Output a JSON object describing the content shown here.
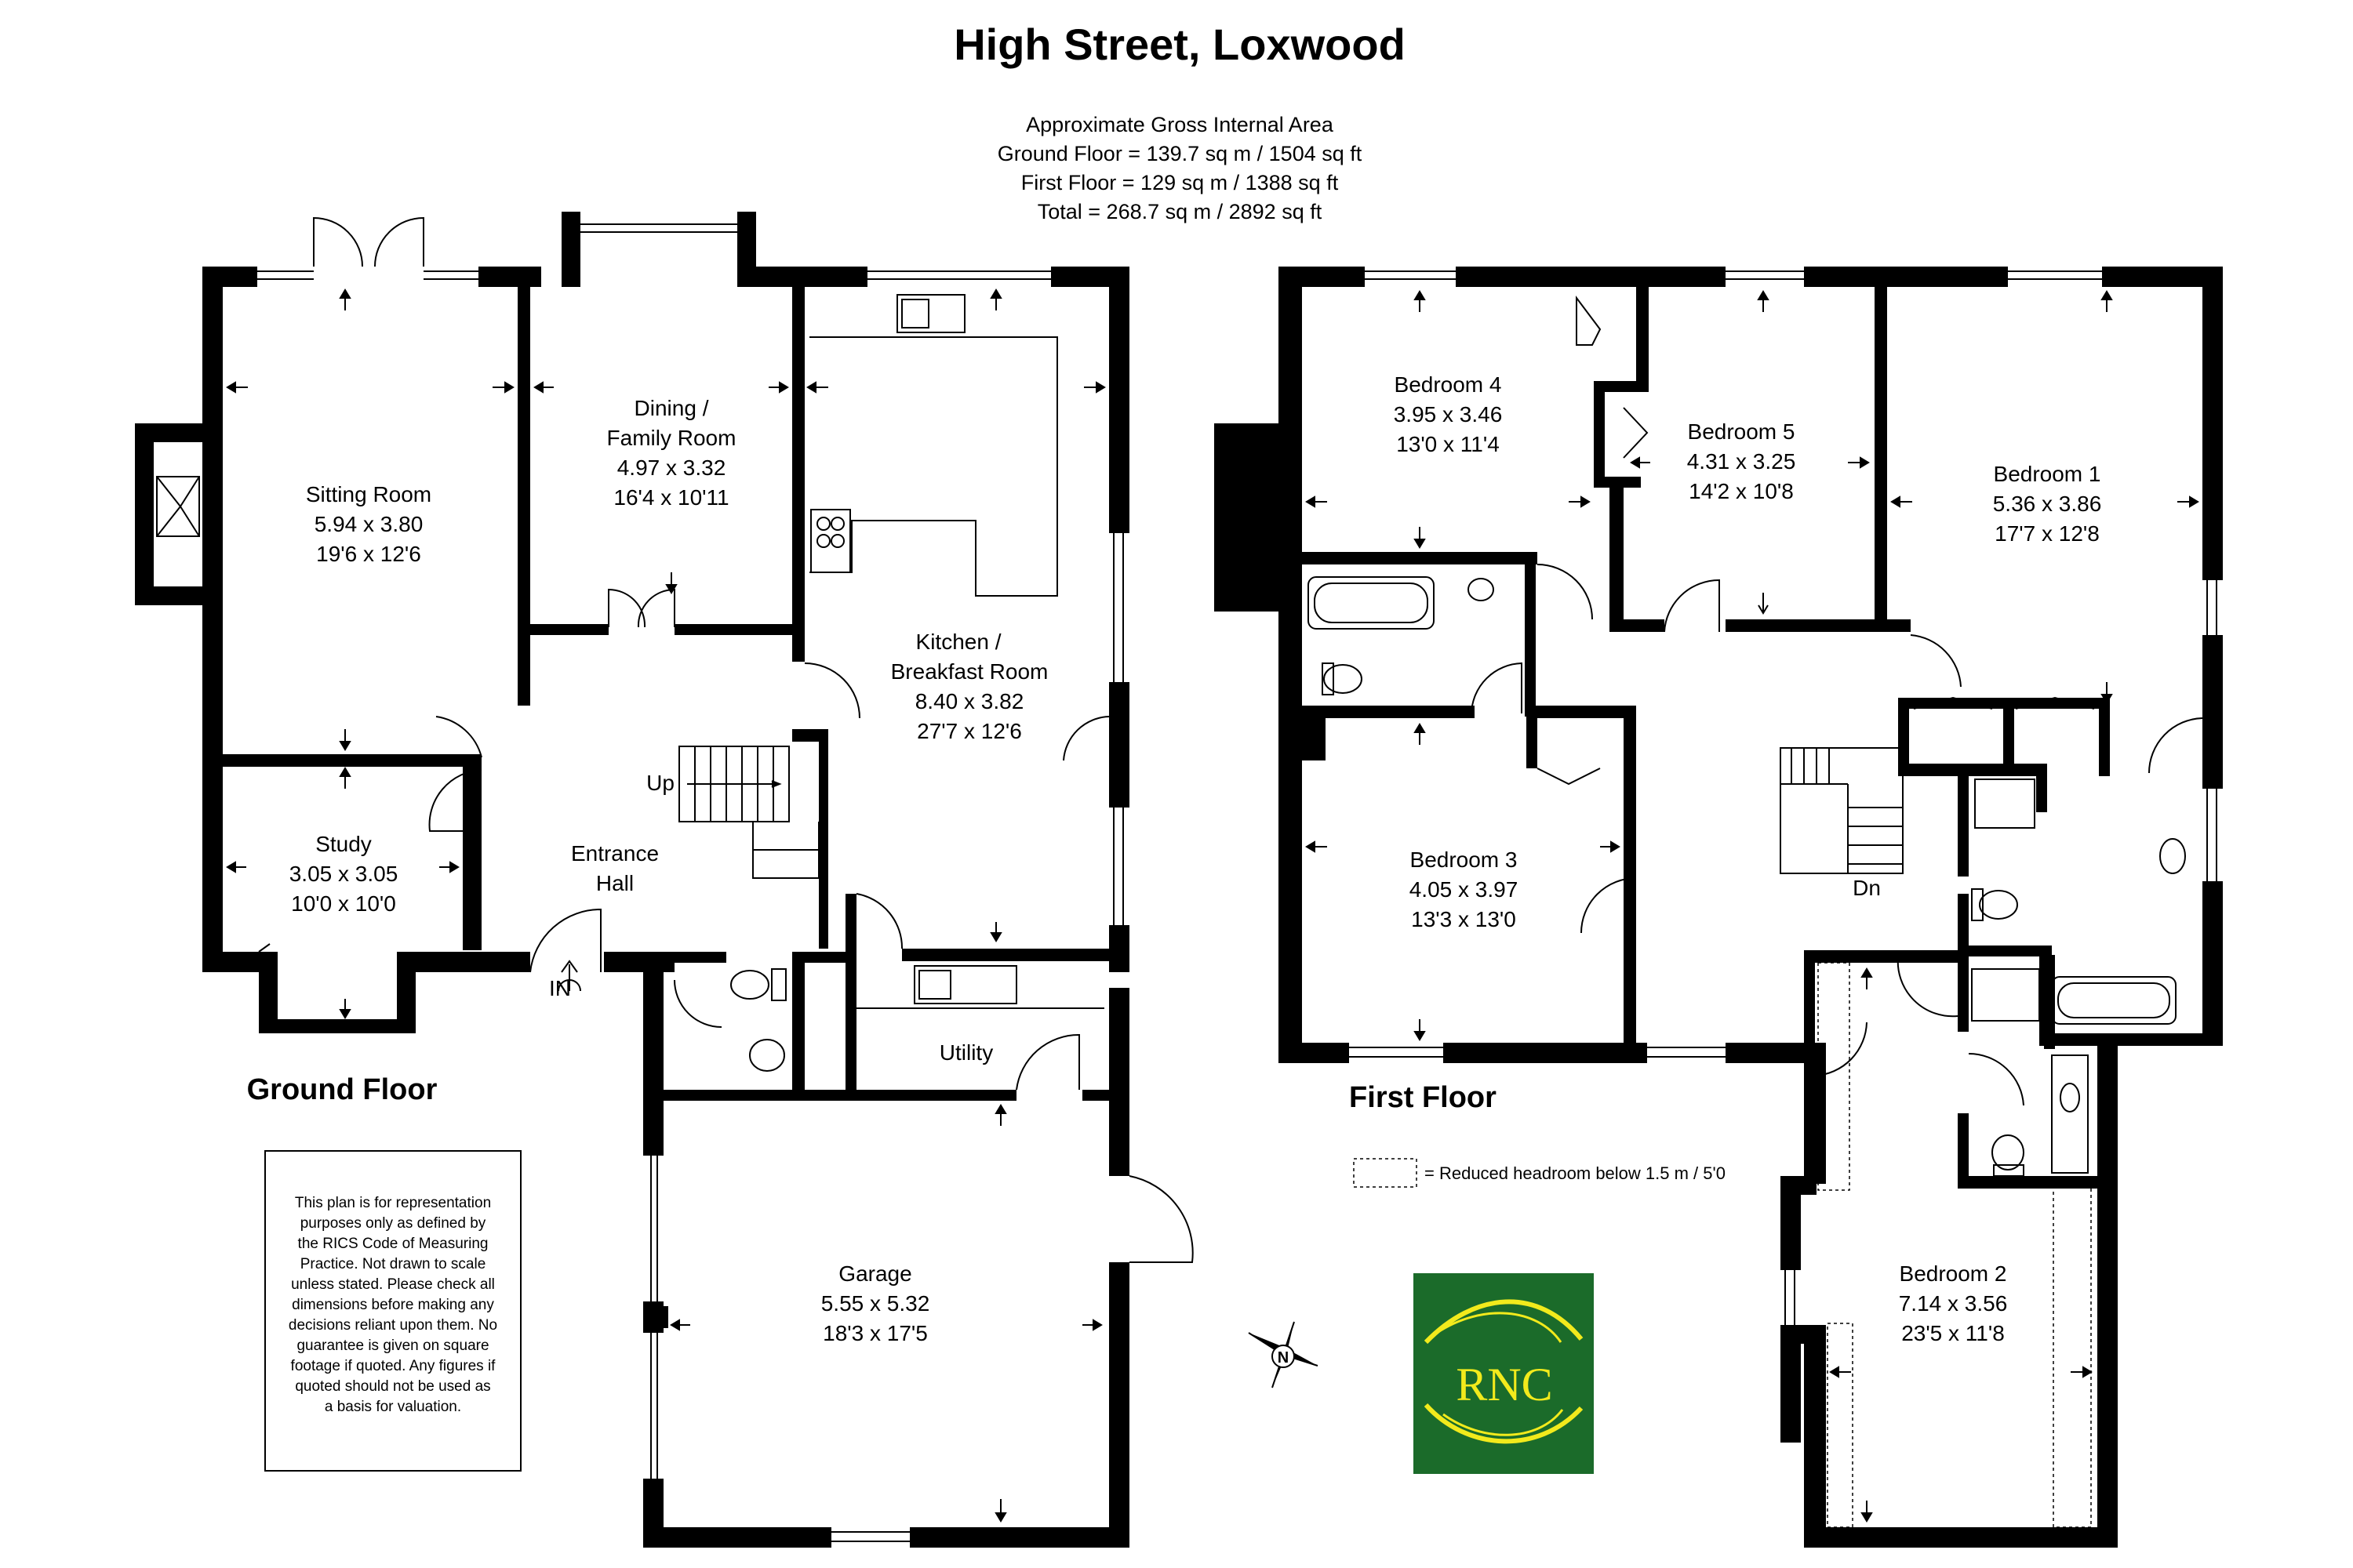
{
  "title": "High Street, Loxwood",
  "areas": {
    "heading": "Approximate Gross Internal Area",
    "ground": "Ground Floor = 139.7 sq m / 1504 sq ft",
    "first": "First Floor = 129 sq m / 1388 sq ft",
    "total": "Total = 268.7 sq m / 2892 sq ft"
  },
  "ground_floor": {
    "label": "Ground Floor",
    "in_label": "IN",
    "up_label": "Up",
    "rooms": {
      "sitting": {
        "name": "Sitting Room",
        "metric": "5.94 x 3.80",
        "imperial": "19'6 x 12'6"
      },
      "dining": {
        "name1": "Dining /",
        "name2": "Family Room",
        "metric": "4.97 x 3.32",
        "imperial": "16'4 x 10'11"
      },
      "kitchen": {
        "name1": "Kitchen /",
        "name2": "Breakfast Room",
        "metric": "8.40 x 3.82",
        "imperial": "27'7 x 12'6"
      },
      "study": {
        "name": "Study",
        "metric": "3.05 x 3.05",
        "imperial": "10'0 x 10'0"
      },
      "hall": {
        "name1": "Entrance",
        "name2": "Hall"
      },
      "utility": {
        "name": "Utility"
      },
      "garage": {
        "name": "Garage",
        "metric": "5.55 x 5.32",
        "imperial": "18'3 x 17'5"
      }
    }
  },
  "first_floor": {
    "label": "First Floor",
    "dn_label": "Dn",
    "legend": "= Reduced headroom below 1.5 m / 5'0",
    "rooms": {
      "bed4": {
        "name": "Bedroom 4",
        "metric": "3.95 x 3.46",
        "imperial": "13'0 x 11'4"
      },
      "bed5": {
        "name": "Bedroom 5",
        "metric": "4.31 x 3.25",
        "imperial": "14'2 x 10'8"
      },
      "bed1": {
        "name": "Bedroom 1",
        "metric": "5.36 x 3.86",
        "imperial": "17'7 x 12'8"
      },
      "bed3": {
        "name": "Bedroom 3",
        "metric": "4.05 x 3.97",
        "imperial": "13'3 x 13'0"
      },
      "bed2": {
        "name": "Bedroom 2",
        "metric": "7.14 x 3.56",
        "imperial": "23'5 x 11'8"
      }
    }
  },
  "disclaimer": [
    "This plan is for representation",
    "purposes only as defined by",
    "the RICS Code of Measuring",
    "Practice. Not drawn to scale",
    "unless stated. Please check all",
    "dimensions before making any",
    "decisions reliant upon them. No",
    "guarantee is given on square",
    "footage if quoted. Any figures if",
    "quoted should not be used as",
    "a basis for valuation."
  ],
  "logo": {
    "letters": "RNC",
    "bg_color": "#1b6b2a",
    "fg_color": "#f2ea1c"
  },
  "compass_letter": "N",
  "colors": {
    "wall": "#000000",
    "paper": "#ffffff"
  },
  "icons": [
    "compass-rose-icon",
    "toilet-icon",
    "sink-icon",
    "bath-icon",
    "hob-icon",
    "shower-icon",
    "door-swing-icon"
  ]
}
